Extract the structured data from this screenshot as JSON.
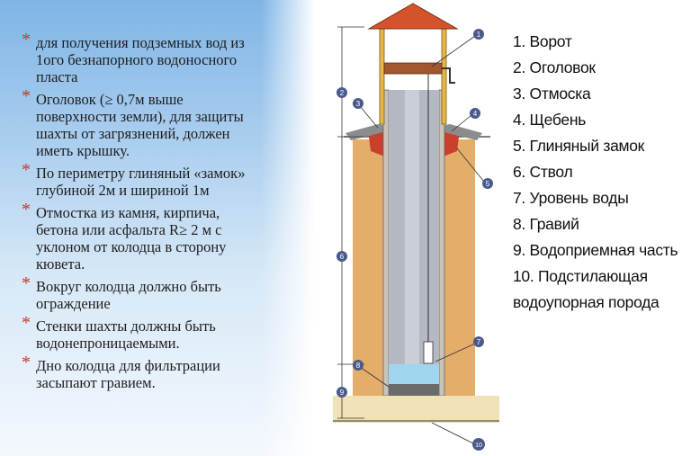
{
  "bullets": [
    {
      "text": "для получения подземных вод из\n1ого безнапорного водоносного\nпласта"
    },
    {
      "text": "Оголовок (≥ 0,7м выше\nповерхности земли), для защиты\nшахты от загрязнений, должен\nиметь крышку."
    },
    {
      "text": "По периметру глиняный «замок»\nглубиной 2м и шириной 1м"
    },
    {
      "text": "Отмостка из камня, кирпича,\nбетона или асфальта R≥ 2 м с\nуклоном от колодца в сторону\nкювета."
    },
    {
      "text": "Вокруг колодца должно быть\nограждение"
    },
    {
      "text": "Стенки шахты должны быть\nводонепроницаемыми."
    },
    {
      "text": "Дно колодца для фильтрации\nзасыпают гравием."
    }
  ],
  "bullet_marker": "*",
  "legend": [
    "1. Ворот",
    "2. Оголовок",
    "3. Отмоска",
    "4. Щебень",
    "5. Глиняный замок",
    "6. Ствол",
    "7. Уровень воды",
    "8. Гравий",
    "9. Водоприемная часть",
    "10. Подстилающая",
    "водоупорная порода"
  ],
  "diagram_markers": [
    "1",
    "2",
    "3",
    "4",
    "5",
    "6",
    "7",
    "8",
    "9",
    "10"
  ],
  "colors": {
    "soil": "#e5ad6a",
    "roof": "#d4532c",
    "shaft": "#b3b8c2",
    "water": "#9fd6ee",
    "marker": "#4a5a8a",
    "bullet_star": "#c0392b"
  }
}
